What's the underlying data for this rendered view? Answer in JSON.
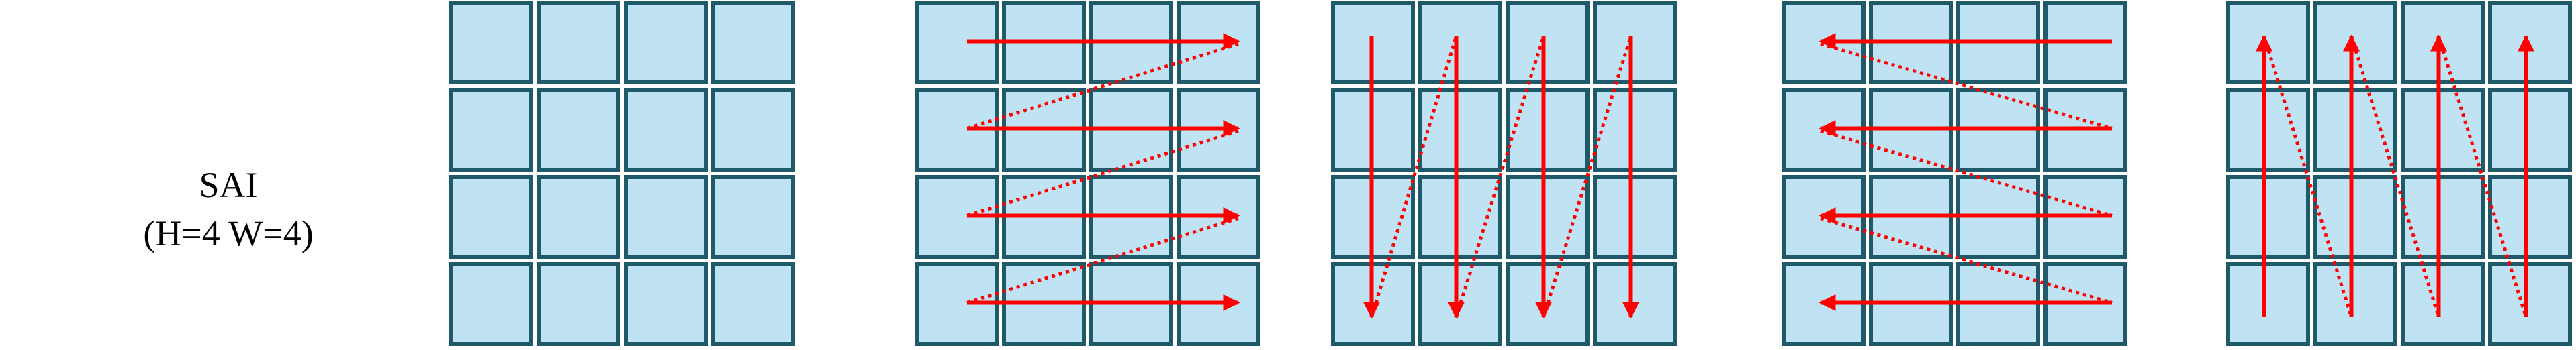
{
  "label": {
    "line1": "SAI",
    "line2": "(H=4 W=4)"
  },
  "grid": {
    "rows": 4,
    "cols": 4,
    "cell_fill": "#bfe3f3",
    "cell_border": "#1f5a6b"
  },
  "arrow_color": "#ff0000",
  "panels": [
    {
      "name": "plain-grid",
      "scan": "none"
    },
    {
      "name": "row-scan-left-to-right",
      "scan": "rows-ltr"
    },
    {
      "name": "column-scan-top-to-bottom",
      "scan": "cols-ttb"
    },
    {
      "name": "row-scan-right-to-left",
      "scan": "rows-rtl"
    },
    {
      "name": "column-scan-bottom-to-top",
      "scan": "cols-btt"
    }
  ]
}
